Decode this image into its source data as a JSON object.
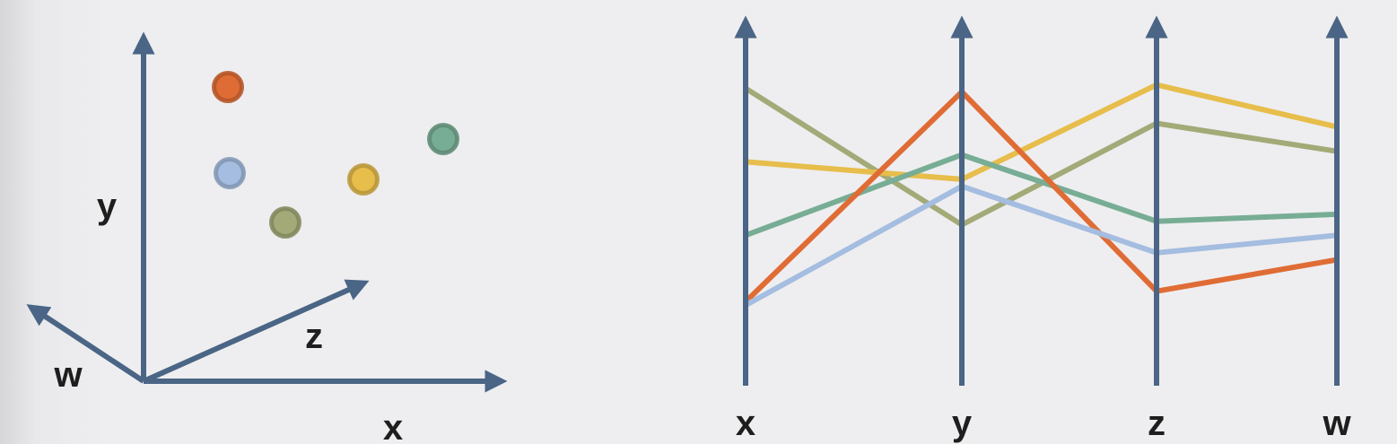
{
  "colors": {
    "axis": "#4a6585",
    "orange": "#e06c35",
    "blue": "#a4bde0",
    "olive": "#a3aa78",
    "yellow": "#e7bd4b",
    "teal": "#78ad95"
  },
  "scatter": {
    "axis_labels": {
      "x": "x",
      "y": "y",
      "z": "z",
      "w": "w"
    },
    "points": [
      {
        "name": "orange",
        "color": "orange"
      },
      {
        "name": "blue",
        "color": "blue"
      },
      {
        "name": "olive",
        "color": "olive"
      },
      {
        "name": "yellow",
        "color": "yellow"
      },
      {
        "name": "teal",
        "color": "teal"
      }
    ]
  },
  "parallel": {
    "axes": [
      "x",
      "y",
      "z",
      "w"
    ],
    "lines": [
      {
        "name": "olive",
        "color": "olive",
        "values": [
          0.85,
          0.46,
          0.75,
          0.67
        ]
      },
      {
        "name": "yellow",
        "color": "yellow",
        "values": [
          0.64,
          0.59,
          0.86,
          0.74
        ]
      },
      {
        "name": "teal",
        "color": "teal",
        "values": [
          0.43,
          0.66,
          0.47,
          0.49
        ]
      },
      {
        "name": "orange",
        "color": "orange",
        "values": [
          0.24,
          0.84,
          0.27,
          0.36
        ]
      },
      {
        "name": "blue",
        "color": "blue",
        "values": [
          0.23,
          0.57,
          0.38,
          0.43
        ]
      }
    ]
  }
}
